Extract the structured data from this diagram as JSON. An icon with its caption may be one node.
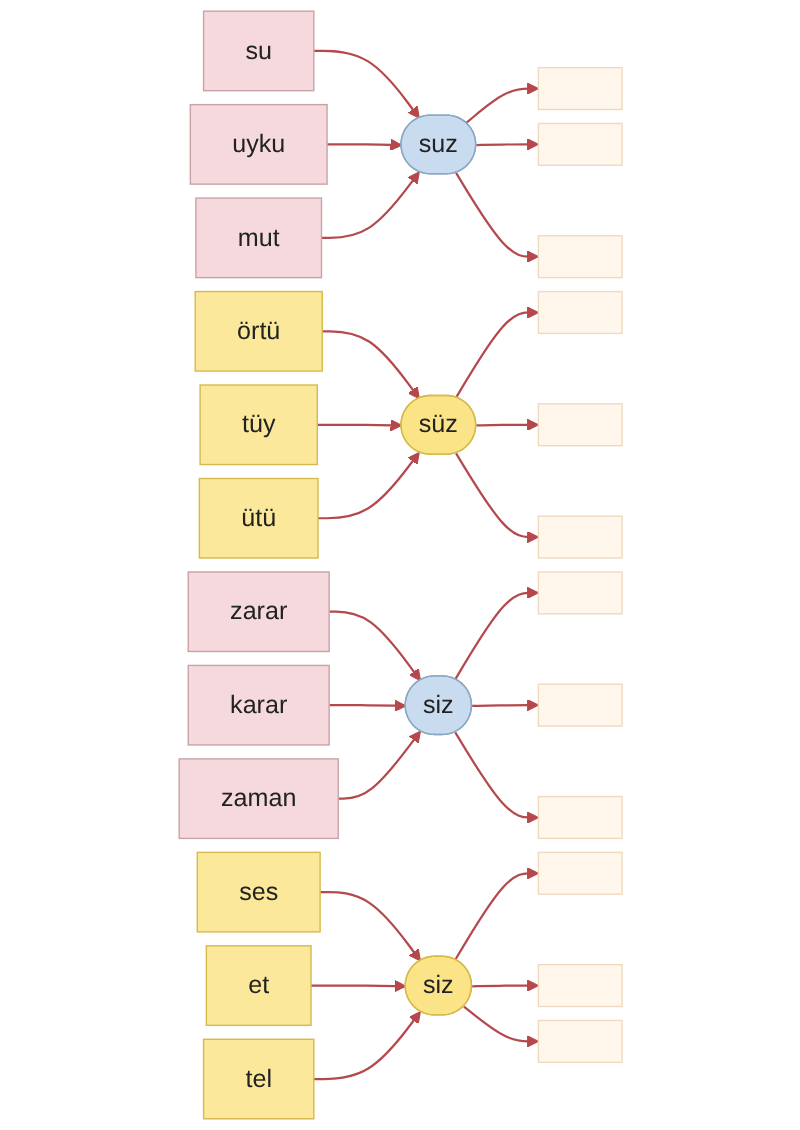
{
  "diagram": {
    "nodes": [
      {
        "text": [
          "su"
        ]
      },
      {
        "text": [
          "uyku"
        ]
      },
      {
        "text": [
          "mut"
        ]
      },
      {
        "text": [
          "suz"
        ]
      },
      {
        "text": [],
        "shape": "box"
      },
      {
        "text": [],
        "shape": "box"
      },
      {
        "text": [],
        "shape": "box"
      },
      {
        "text": [
          "örtü"
        ]
      },
      {
        "text": [
          "tüy"
        ]
      },
      {
        "text": [
          "ütü"
        ]
      },
      {
        "text": [
          "süz"
        ]
      },
      {
        "text": [],
        "shape": "box"
      },
      {
        "text": [],
        "shape": "box"
      },
      {
        "text": [],
        "shape": "box"
      },
      {
        "text": [
          "zarar"
        ]
      },
      {
        "text": [
          "karar"
        ]
      },
      {
        "text": [
          "zaman"
        ]
      },
      {
        "text": [
          "siz"
        ]
      },
      {
        "text": [],
        "shape": "box"
      },
      {
        "text": [],
        "shape": "box"
      },
      {
        "text": [],
        "shape": "box"
      },
      {
        "text": [
          "ses"
        ]
      },
      {
        "text": [
          "et"
        ]
      },
      {
        "text": [
          "tel"
        ]
      },
      {
        "text": [
          "siz"
        ]
      },
      {
        "text": [],
        "shape": "box"
      },
      {
        "text": [],
        "shape": "box"
      },
      {
        "text": [],
        "shape": "box"
      }
    ],
    "edges": [
      {
        "from": 0,
        "to": 3,
        "arrow": "to"
      },
      {
        "from": 1,
        "to": 3,
        "arrow": "to"
      },
      {
        "from": 2,
        "to": 3,
        "arrow": "to"
      },
      {
        "from": 3,
        "to": 4,
        "arrow": "to"
      },
      {
        "from": 3,
        "to": 5,
        "arrow": "to"
      },
      {
        "from": 3,
        "to": 6,
        "arrow": "to"
      },
      {
        "from": 7,
        "to": 10,
        "arrow": "to"
      },
      {
        "from": 8,
        "to": 10,
        "arrow": "to"
      },
      {
        "from": 9,
        "to": 10,
        "arrow": "to"
      },
      {
        "from": 10,
        "to": 11,
        "arrow": "to"
      },
      {
        "from": 10,
        "to": 12,
        "arrow": "to"
      },
      {
        "from": 10,
        "to": 13,
        "arrow": "to"
      },
      {
        "from": 14,
        "to": 17,
        "arrow": "to"
      },
      {
        "from": 15,
        "to": 17,
        "arrow": "to"
      },
      {
        "from": 16,
        "to": 17,
        "arrow": "to"
      },
      {
        "from": 17,
        "to": 18,
        "arrow": "to"
      },
      {
        "from": 17,
        "to": 19,
        "arrow": "to"
      },
      {
        "from": 17,
        "to": 20,
        "arrow": "to"
      },
      {
        "from": 21,
        "to": 24,
        "arrow": "to"
      },
      {
        "from": 22,
        "to": 24,
        "arrow": "to"
      },
      {
        "from": 23,
        "to": 24,
        "arrow": "to"
      },
      {
        "from": 24,
        "to": 25,
        "arrow": "to"
      },
      {
        "from": 24,
        "to": 26,
        "arrow": "to"
      },
      {
        "from": 24,
        "to": 27,
        "arrow": "to"
      }
    ]
  }
}
